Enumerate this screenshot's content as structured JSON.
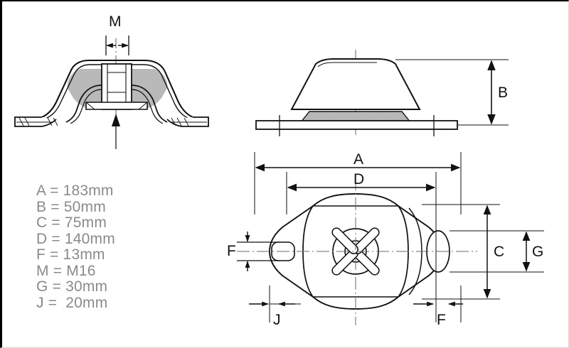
{
  "sheet": {
    "title": "Anti-vibration mount dimensioned drawing",
    "background_color": "#ffffff",
    "line_color": "#111111",
    "rubber_fill_color": "#b9b9b9",
    "legend_text_color": "#8a8a8a"
  },
  "legend": {
    "lines": [
      "A = 183mm",
      "B = 50mm",
      "C = 75mm",
      "D = 140mm",
      "F = 13mm",
      "M = M16",
      "G = 30mm",
      "J =  20mm"
    ]
  },
  "views": {
    "section": {
      "name": "cross-section-view",
      "dimension_labels": [
        "M"
      ]
    },
    "elevation": {
      "name": "side-elevation-view",
      "dimension_labels": [
        "B"
      ]
    },
    "plan": {
      "name": "plan-view",
      "dimension_labels": [
        "A",
        "D",
        "F",
        "C",
        "G",
        "J",
        "F"
      ]
    }
  },
  "dimensions": {
    "M": "M",
    "B": "B",
    "A": "A",
    "D": "D",
    "C": "C",
    "G": "G",
    "J": "J",
    "F_left": "F",
    "F_bottom": "F"
  }
}
